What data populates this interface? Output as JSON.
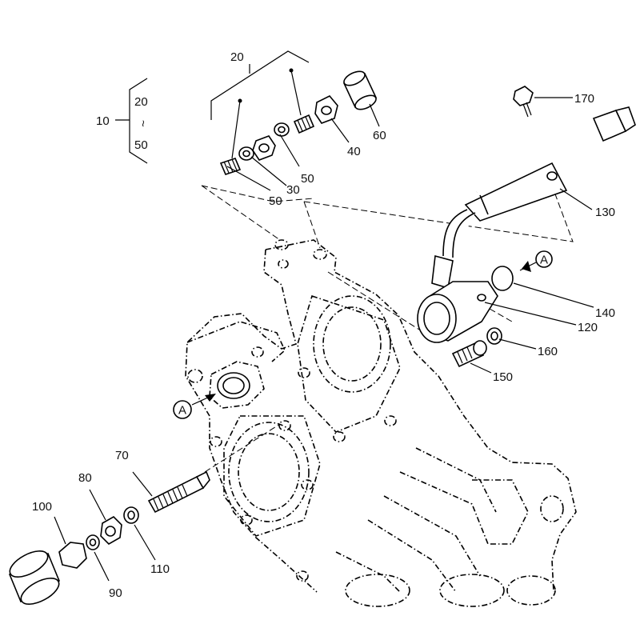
{
  "labels": {
    "l10": "10",
    "l20a": "20",
    "l50a": "50",
    "l20top": "20",
    "l30": "30",
    "l40": "40",
    "l50b": "50",
    "l50c": "50",
    "l60": "60",
    "l70": "70",
    "l80": "80",
    "l90": "90",
    "l100": "100",
    "l110": "110",
    "l120": "120",
    "l130": "130",
    "l140": "140",
    "l150": "150",
    "l160": "160",
    "l170": "170",
    "markA1": "A",
    "markA2": "A",
    "tilde": "~"
  }
}
